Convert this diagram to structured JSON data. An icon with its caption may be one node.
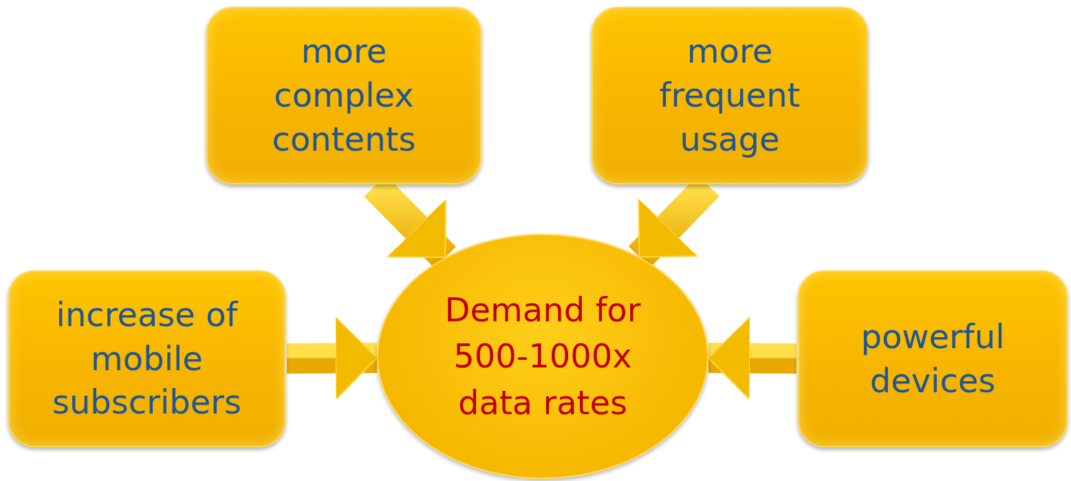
{
  "diagram": {
    "nodes": [
      {
        "text": [
          "more complex contents"
        ]
      },
      {
        "text": [
          "more frequent usage"
        ]
      },
      {
        "text": [
          "increase of mobile subscribers"
        ]
      },
      {
        "text": [
          "Demand for 500-1000x data rates"
        ]
      },
      {
        "text": [
          "powerful devices"
        ]
      }
    ],
    "edges": [
      {
        "from": 0,
        "to": 3,
        "arrow": "to"
      },
      {
        "from": 1,
        "to": 3,
        "arrow": "to"
      },
      {
        "from": 2,
        "to": 3,
        "arrow": "to"
      },
      {
        "from": 4,
        "to": 3,
        "arrow": "to"
      }
    ]
  }
}
